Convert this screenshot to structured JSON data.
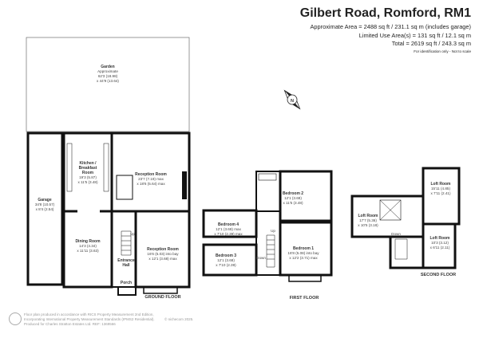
{
  "header": {
    "title": "Gilbert Road, Romford, RM1",
    "areas": [
      "Approximate Area = 2488 sq ft / 231.1 sq m (includes garage)",
      "Limited Use Area(s) = 131 sq ft / 12.1 sq m",
      "Total = 2619 sq ft / 243.3 sq m"
    ],
    "note": "For identification only - Not to scale"
  },
  "compass": {
    "label": "N"
  },
  "ground_floor": {
    "label": "GROUND FLOOR",
    "rooms": {
      "garden": {
        "name": "Garden",
        "l1": "Approximate",
        "l2": "62'3 (18.98)",
        "l3": "x 44'9 (13.64)"
      },
      "garage": {
        "name": "Garage",
        "l1": "34'8 (10.57)",
        "l2": "x 8'4 (2.54)"
      },
      "kitchen": {
        "name1": "Kitchen /",
        "name2": "Breakfast",
        "name3": "Room",
        "l1": "19'3 (5.87)",
        "l2": "x 11'5 (3.48)"
      },
      "reception1": {
        "name": "Reception Room",
        "l1": "23'7 (7.19) max",
        "l2": "x 18'6 (5.64) max"
      },
      "dining": {
        "name": "Dining Room",
        "l1": "14'3 (4.34)",
        "l2": "x 11'11 (3.63)"
      },
      "reception2": {
        "name": "Reception Room",
        "l1": "16'6 (5.03) into bay",
        "l2": "x 12'1 (3.68) max"
      },
      "hall": {
        "name1": "Entrance",
        "name2": "Hall"
      },
      "porch": {
        "name": "Porch"
      },
      "stairs": "Up"
    }
  },
  "first_floor": {
    "label": "FIRST FLOOR",
    "rooms": {
      "bedroom2": {
        "name": "Bedroom 2",
        "l1": "12'1 (3.68)",
        "l2": "x 11'5 (3.48)"
      },
      "bedroom4": {
        "name": "Bedroom 4",
        "l1": "12'1 (3.68) max",
        "l2": "x 7'10 (2.39) max"
      },
      "bedroom3": {
        "name": "Bedroom 3",
        "l1": "12'1 (3.68)",
        "l2": "x 7'10 (2.39)"
      },
      "bedroom1": {
        "name": "Bedroom 1",
        "l1": "16'8 (5.08) into bay",
        "l2": "x 12'2 (3.71) max"
      },
      "up": "Up",
      "down": "Down"
    }
  },
  "second_floor": {
    "label": "SECOND FLOOR",
    "rooms": {
      "loft1": {
        "name": "Loft Room",
        "l1": "15'11 (4.85)",
        "l2": "x 7'11 (2.41)"
      },
      "loft2": {
        "name": "Loft Room",
        "l1": "17'7 (5.36)",
        "l2": "x 10'5 (3.18)"
      },
      "loft3": {
        "name": "Loft Room",
        "l1": "10'3 (3.12)",
        "l2": "x 6'11 (2.11)"
      },
      "down": "Down"
    }
  },
  "footer": {
    "lines": [
      "Floor plan produced in accordance with RICS Property Measurement 2nd Edition,",
      "Incorporating International Property Measurement Standards (IPMS2 Residential).",
      "Produced for Charles Stratton Estates Ltd.   REF: 1369566"
    ],
    "copyright": "© nichecom 2025."
  }
}
